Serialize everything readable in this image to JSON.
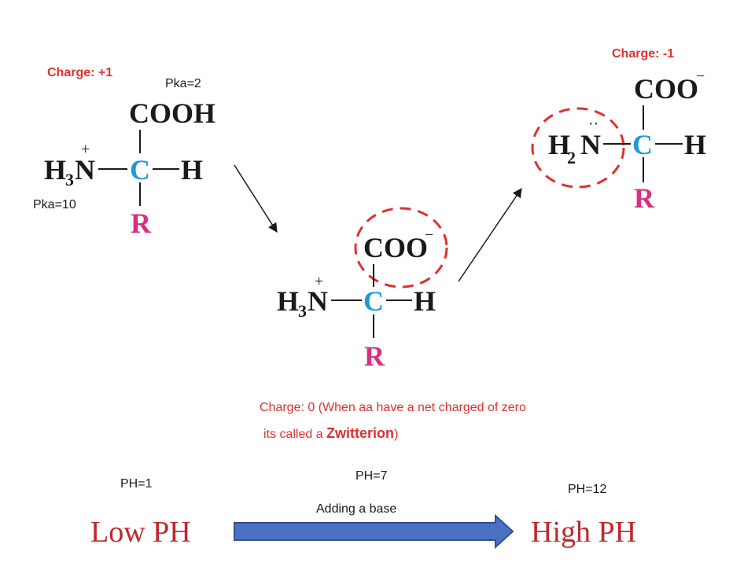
{
  "colors": {
    "charge_text": "#e0302f",
    "label_text": "#1a1a1a",
    "carbon": "#1e9bd7",
    "r_group": "#d6307e",
    "atom": "#1a1a1a",
    "circle": "#e0302f",
    "ph_label": "#c0272d",
    "arrow_fill": "#4a72c4",
    "arrow_stroke": "#2f4f8f"
  },
  "left": {
    "charge": "Charge: +1",
    "pka_top": "Pka=2",
    "pka_bottom": "Pka=10",
    "carboxyl": "COOH",
    "amine_main": "H",
    "amine_sub": "3",
    "amine_n": "N",
    "amine_plus": "+",
    "carbon": "C",
    "hydrogen": "H",
    "r_group": "R"
  },
  "middle": {
    "carboxyl": "COO",
    "carboxyl_charge": "−",
    "amine_main": "H",
    "amine_sub": "3",
    "amine_n": "N",
    "amine_plus": "+",
    "carbon": "C",
    "hydrogen": "H",
    "r_group": "R",
    "charge_line1": "Charge:  0 (When aa have a net charged of zero",
    "charge_line2_prefix": "its called a ",
    "charge_line2_bold": "Zwitterion",
    "charge_line2_suffix": ")"
  },
  "right": {
    "charge": "Charge:  -1",
    "carboxyl": "COO",
    "carboxyl_charge": "−",
    "amine_main": "H",
    "amine_sub": "2",
    "amine_n": "N",
    "lone_pair": "··",
    "carbon": "C",
    "hydrogen": "H",
    "r_group": "R"
  },
  "scale": {
    "ph_1": "PH=1",
    "ph_7": "PH=7",
    "ph_12": "PH=12",
    "arrow_label": "Adding a base",
    "low": "Low PH",
    "high": "High PH"
  }
}
